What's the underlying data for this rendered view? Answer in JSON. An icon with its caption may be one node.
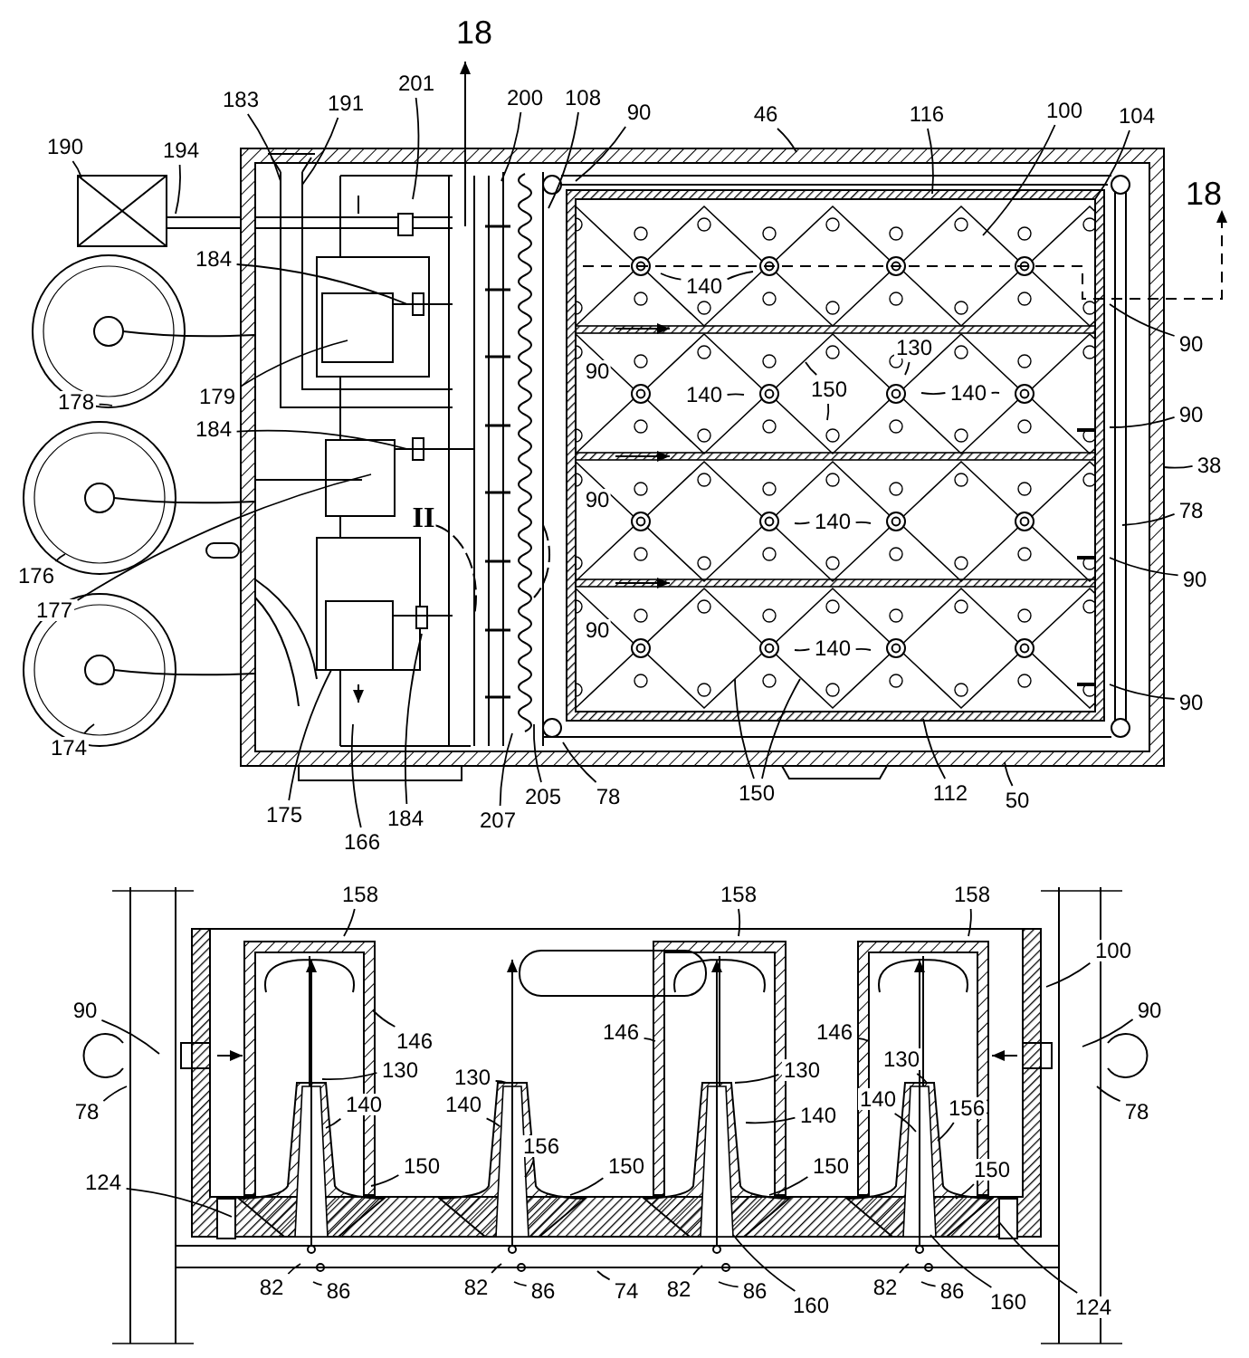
{
  "diagram": {
    "nodes": [
      {
        "text": [
          "183"
        ]
      },
      {
        "text": [
          "191"
        ]
      },
      {
        "text": [
          "201"
        ]
      },
      {
        "text": [
          "200"
        ]
      },
      {
        "text": [
          "108"
        ]
      },
      {
        "text": [
          "90"
        ]
      },
      {
        "text": [
          "46"
        ]
      },
      {
        "text": [
          "116"
        ]
      },
      {
        "text": [
          "100"
        ]
      },
      {
        "text": [
          "104"
        ]
      },
      {
        "text": [
          "190"
        ]
      },
      {
        "text": [
          "194"
        ]
      },
      {
        "text": [
          "184"
        ]
      },
      {
        "text": [
          "178"
        ]
      },
      {
        "text": [
          "179"
        ]
      },
      {
        "text": [
          "184"
        ]
      },
      {
        "text": [
          "176"
        ]
      },
      {
        "text": [
          "177"
        ]
      },
      {
        "text": [
          "174"
        ]
      },
      {
        "text": [
          "140"
        ]
      },
      {
        "text": [
          "90"
        ]
      },
      {
        "text": [
          "130"
        ]
      },
      {
        "text": [
          "140"
        ]
      },
      {
        "text": [
          "150"
        ]
      },
      {
        "text": [
          "140"
        ]
      },
      {
        "text": [
          "90"
        ]
      },
      {
        "text": [
          "38"
        ]
      },
      {
        "text": [
          "78"
        ]
      },
      {
        "text": [
          "140"
        ]
      },
      {
        "text": [
          "90"
        ]
      },
      {
        "text": [
          "140"
        ]
      },
      {
        "text": [
          "90"
        ]
      },
      {
        "text": [
          "175"
        ]
      },
      {
        "text": [
          "166"
        ]
      },
      {
        "text": [
          "184"
        ]
      },
      {
        "text": [
          "207"
        ]
      },
      {
        "text": [
          "205"
        ]
      },
      {
        "text": [
          "78"
        ]
      },
      {
        "text": [
          "150"
        ]
      },
      {
        "text": [
          "112"
        ]
      },
      {
        "text": [
          "50"
        ]
      },
      {
        "text": [
          "158"
        ]
      },
      {
        "text": [
          "158"
        ]
      },
      {
        "text": [
          "158"
        ]
      },
      {
        "text": [
          "100"
        ]
      },
      {
        "text": [
          "90"
        ]
      },
      {
        "text": [
          "146"
        ]
      },
      {
        "text": [
          "90"
        ]
      },
      {
        "text": [
          "146"
        ]
      },
      {
        "text": [
          "146"
        ]
      },
      {
        "text": [
          "130"
        ]
      },
      {
        "text": [
          "130"
        ]
      },
      {
        "text": [
          "130"
        ]
      },
      {
        "text": [
          "130"
        ]
      },
      {
        "text": [
          "78"
        ]
      },
      {
        "text": [
          "78"
        ]
      },
      {
        "text": [
          "140"
        ]
      },
      {
        "text": [
          "140"
        ]
      },
      {
        "text": [
          "140"
        ]
      },
      {
        "text": [
          "140"
        ]
      },
      {
        "text": [
          "156"
        ]
      },
      {
        "text": [
          "156"
        ]
      },
      {
        "text": [
          "150"
        ]
      },
      {
        "text": [
          "150"
        ]
      },
      {
        "text": [
          "150"
        ]
      },
      {
        "text": [
          "150"
        ]
      },
      {
        "text": [
          "124"
        ]
      },
      {
        "text": [
          "82"
        ]
      },
      {
        "text": [
          "86"
        ]
      },
      {
        "text": [
          "82"
        ]
      },
      {
        "text": [
          "86"
        ]
      },
      {
        "text": [
          "74"
        ]
      },
      {
        "text": [
          "82"
        ]
      },
      {
        "text": [
          "86"
        ]
      },
      {
        "text": [
          "160"
        ]
      },
      {
        "text": [
          "82"
        ]
      },
      {
        "text": [
          "86"
        ]
      },
      {
        "text": [
          "160"
        ]
      },
      {
        "text": [
          "124"
        ]
      },
      {
        "text": [
          "90"
        ]
      },
      {
        "text": [
          "90"
        ]
      },
      {
        "text": [
          "90"
        ]
      }
    ],
    "edges": [
      {
        "from": 0,
        "to": null,
        "arrow": "none"
      },
      {
        "from": 1,
        "to": null,
        "arrow": "none"
      },
      {
        "from": 2,
        "to": null,
        "arrow": "none"
      },
      {
        "from": 3,
        "to": null,
        "arrow": "none"
      },
      {
        "from": 4,
        "to": null,
        "arrow": "none"
      },
      {
        "from": 5,
        "to": null,
        "arrow": "none"
      },
      {
        "from": 6,
        "to": null,
        "arrow": "none"
      },
      {
        "from": 7,
        "to": null,
        "arrow": "none"
      },
      {
        "from": 8,
        "to": null,
        "arrow": "none"
      },
      {
        "from": 9,
        "to": null,
        "arrow": "none"
      },
      {
        "from": 10,
        "to": null,
        "arrow": "none"
      },
      {
        "from": 11,
        "to": null,
        "arrow": "none"
      },
      {
        "from": 12,
        "to": null,
        "arrow": "none"
      },
      {
        "from": 13,
        "to": null,
        "arrow": "none"
      },
      {
        "from": 14,
        "to": null,
        "arrow": "none"
      },
      {
        "from": 15,
        "to": null,
        "arrow": "none"
      },
      {
        "from": 16,
        "to": null,
        "arrow": "none"
      },
      {
        "from": 17,
        "to": null,
        "arrow": "none"
      },
      {
        "from": 18,
        "to": null,
        "arrow": "none"
      },
      {
        "from": 19,
        "to": null,
        "arrow": "none"
      },
      {
        "from": 19,
        "to": null,
        "arrow": "none"
      },
      {
        "from": 20,
        "to": null,
        "arrow": "none"
      },
      {
        "from": 21,
        "to": null,
        "arrow": "none"
      },
      {
        "from": 22,
        "to": null,
        "arrow": "none"
      },
      {
        "from": 23,
        "to": null,
        "arrow": "none"
      },
      {
        "from": 23,
        "to": null,
        "arrow": "none"
      },
      {
        "from": 24,
        "to": null,
        "arrow": "none"
      },
      {
        "from": 24,
        "to": null,
        "arrow": "none"
      },
      {
        "from": 25,
        "to": null,
        "arrow": "none"
      },
      {
        "from": 26,
        "to": null,
        "arrow": "none"
      },
      {
        "from": 27,
        "to": null,
        "arrow": "none"
      },
      {
        "from": 28,
        "to": null,
        "arrow": "none"
      },
      {
        "from": 28,
        "to": null,
        "arrow": "none"
      },
      {
        "from": 29,
        "to": null,
        "arrow": "none"
      },
      {
        "from": 30,
        "to": null,
        "arrow": "none"
      },
      {
        "from": 30,
        "to": null,
        "arrow": "none"
      },
      {
        "from": 31,
        "to": null,
        "arrow": "none"
      },
      {
        "from": 32,
        "to": null,
        "arrow": "none"
      },
      {
        "from": 33,
        "to": null,
        "arrow": "none"
      },
      {
        "from": 34,
        "to": null,
        "arrow": "none"
      },
      {
        "from": 35,
        "to": null,
        "arrow": "none"
      },
      {
        "from": 36,
        "to": null,
        "arrow": "none"
      },
      {
        "from": 37,
        "to": null,
        "arrow": "none"
      },
      {
        "from": 38,
        "to": null,
        "arrow": "none"
      },
      {
        "from": 38,
        "to": null,
        "arrow": "none"
      },
      {
        "from": 39,
        "to": null,
        "arrow": "none"
      },
      {
        "from": 40,
        "to": null,
        "arrow": "none"
      },
      {
        "from": 41,
        "to": null,
        "arrow": "none"
      },
      {
        "from": 42,
        "to": null,
        "arrow": "none"
      },
      {
        "from": 43,
        "to": null,
        "arrow": "none"
      },
      {
        "from": 44,
        "to": null,
        "arrow": "none"
      },
      {
        "from": 45,
        "to": null,
        "arrow": "none"
      },
      {
        "from": 46,
        "to": null,
        "arrow": "none"
      },
      {
        "from": 47,
        "to": null,
        "arrow": "none"
      },
      {
        "from": 48,
        "to": null,
        "arrow": "none"
      },
      {
        "from": 49,
        "to": null,
        "arrow": "none"
      },
      {
        "from": 50,
        "to": null,
        "arrow": "none"
      },
      {
        "from": 51,
        "to": null,
        "arrow": "none"
      },
      {
        "from": 52,
        "to": null,
        "arrow": "none"
      },
      {
        "from": 53,
        "to": null,
        "arrow": "none"
      },
      {
        "from": 54,
        "to": null,
        "arrow": "none"
      },
      {
        "from": 55,
        "to": null,
        "arrow": "none"
      },
      {
        "from": 56,
        "to": null,
        "arrow": "none"
      },
      {
        "from": 57,
        "to": null,
        "arrow": "none"
      },
      {
        "from": 58,
        "to": null,
        "arrow": "none"
      },
      {
        "from": 59,
        "to": null,
        "arrow": "none"
      },
      {
        "from": 60,
        "to": null,
        "arrow": "none"
      },
      {
        "from": 61,
        "to": null,
        "arrow": "none"
      },
      {
        "from": 62,
        "to": null,
        "arrow": "none"
      },
      {
        "from": 63,
        "to": null,
        "arrow": "none"
      },
      {
        "from": 64,
        "to": null,
        "arrow": "none"
      },
      {
        "from": 65,
        "to": null,
        "arrow": "none"
      },
      {
        "from": 66,
        "to": null,
        "arrow": "none"
      },
      {
        "from": 67,
        "to": null,
        "arrow": "none"
      },
      {
        "from": 68,
        "to": null,
        "arrow": "none"
      },
      {
        "from": 69,
        "to": null,
        "arrow": "none"
      },
      {
        "from": 70,
        "to": null,
        "arrow": "none"
      },
      {
        "from": 71,
        "to": null,
        "arrow": "none"
      },
      {
        "from": 72,
        "to": null,
        "arrow": "none"
      },
      {
        "from": 73,
        "to": null,
        "arrow": "none"
      },
      {
        "from": 74,
        "to": null,
        "arrow": "none"
      },
      {
        "from": 75,
        "to": null,
        "arrow": "none"
      },
      {
        "from": 76,
        "to": null,
        "arrow": "none"
      },
      {
        "from": 77,
        "to": null,
        "arrow": "none"
      },
      {
        "from": 78,
        "to": null,
        "arrow": "none"
      }
    ],
    "labels": [
      "18",
      "18",
      "II"
    ]
  }
}
